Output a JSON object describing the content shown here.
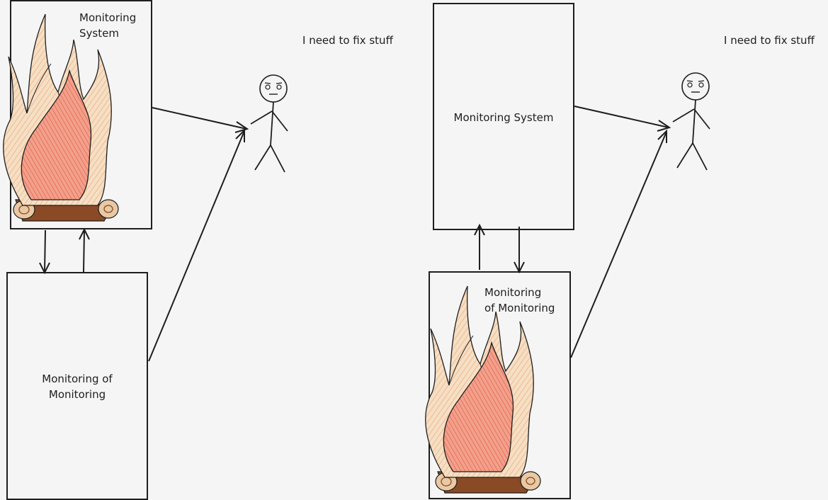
{
  "panels": [
    {
      "system_label": "Monitoring\nSystem",
      "mom_label": "Monitoring of\nMonitoring",
      "person_caption": "I need to fix stuff",
      "on_fire": "system"
    },
    {
      "system_label": "Monitoring System",
      "mom_label": "Monitoring\nof Monitoring",
      "person_caption": "I need to fix stuff",
      "on_fire": "monitoring-of-monitoring"
    }
  ],
  "colors": {
    "stroke": "#1e1e1e",
    "flame_outer": "#e8a878",
    "flame_outer_fill": "#f6dfc4",
    "flame_inner": "#e06a4f",
    "flame_inner_fill": "#f2a08c",
    "log": "#8a4a26",
    "log_end": "#e9c9a4",
    "background": "#f5f5f5"
  }
}
